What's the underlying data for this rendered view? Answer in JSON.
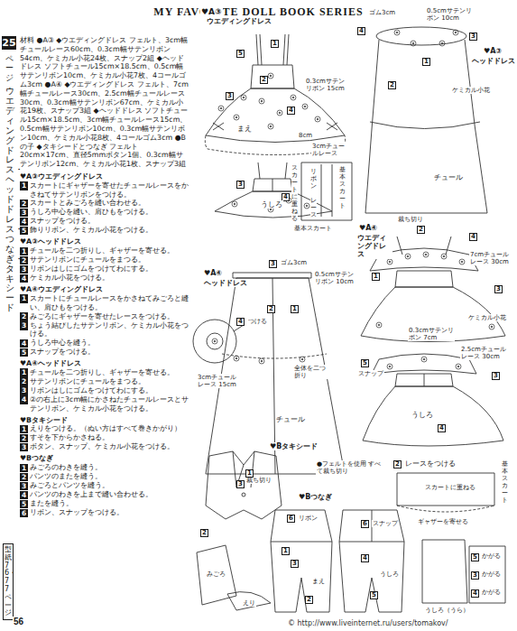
{
  "diagram": {
    "title": "MY FAVORITE DOLL BOOK SERIES",
    "nodes": [
      {
        "text": [
          "25"
        ]
      },
      {
        "text": [
          "型紙76・77ページ"
        ]
      }
    ],
    "labels": [
      "材料 ●A③ ◆ウエディングドレス フェルト、3cm幅チュールレース60cm、0.3cm幅サテンリボン54cm、ケミカル小花24枚、スナップ2組 ◆ヘッドドレス ソフトチュール15cm×18.5cm、0.5cm幅サテンリボン10cm、ケミカル小花7枚、4コールゴム3cm ●A④ ◆ウエディングドレス フェルト、7cm幅チュールレース30cm、2.5cm幅チュールレース30cm、0.3cm幅サテンリボン67cm、ケミカル小花19枚、スナップ3組 ◆ヘッドドレス ソフトチュール15cm×18.5cm、3cm幅チュールレース15cm、0.5cm幅サテンリボン10cm、0.3cm幅サテンリボン10cm、ケミカル小花8枚、4コールゴム3cm ●Bの子 ◆タキシードとつなぎ フェルト20cm×17cm、直径5mmボタン1個、0.3cm幅サテンリボン12cm、ケミカル小花1枚、スナップ3組",
      "♥A③ウエディングドレス",
      "1",
      "スカートにギャザーを寄せたチュールレースをかさねてサテンリボンをつける。",
      "2",
      "スカートとみごろを縫い合わせる。",
      "3",
      "うしろ中心を縫い、肩ひもをつける。",
      "4",
      "スナップをつける。",
      "5",
      "飾りリボン、ケミカル小花をつける。",
      "♥A③ヘッドドレス",
      "1",
      "チュールを二つ折りし、ギャザーを寄せる。",
      "2",
      "サテンリボンにチュールをまつる。",
      "3",
      "リボンはしにゴムをつけてわにする。",
      "4",
      "ケミカル小花をつける。",
      "♥A④ウエディングドレス",
      "1",
      "スカートにチュールレースをかさねてみごろと縫い、肩ひもをつける。",
      "2",
      "みごろにギャザーを寄せたレースをつける。",
      "3",
      "ちょう結びしたサテンリボン、ケミカル小花をつける。",
      "4",
      "うしろ中心を縫う。",
      "5",
      "スナップをつける。",
      "♥A④ヘッドドレス",
      "1",
      "チュールを二つ折りし、ギャザーを寄せる。",
      "2",
      "サテンリボンにチュールをまつる。",
      "3",
      "リボンはしにゴムをつけてわにする。",
      "4",
      "②の右上に3cm幅にかさねたチュールレースとサテンリボン、ケミカル小花をつける。",
      "♥Bタキシード",
      "1",
      "えりをつける。（ぬい方はすべて巻きかがり）",
      "2",
      "すそを下からかさねる。",
      "3",
      "ボタン、スナップ、ケミカル小花をつける。",
      "♥Bつなぎ",
      "1",
      "みごろのわきを縫う。",
      "2",
      "パンツのまたを縫う。",
      "3",
      "みごろとパンツを縫う。",
      "4",
      "パンツのわきを上まで縫い合わせる。",
      "5",
      "またを縫う。",
      "6",
      "リボン、スナップをつける。",
      "ページ",
      "ウエディングドレス・ヘッドドレス・つなぎ・タキシード",
      "♥A③",
      "ウエディングドレス",
      "5",
      "1",
      "2",
      "3",
      "4",
      "0.3cmサテンリボン 15cm",
      "まえ",
      "8cm",
      "3cmチュールレース",
      "3",
      "4",
      "うしろ",
      "スカートに重ねる",
      "リボン",
      "基本スカート",
      "レース",
      "基本スカート",
      "ゴム3cm",
      "0.5cmサテンリボン 10cm",
      "4",
      "3",
      "1",
      "2",
      "♥A③",
      "ヘッドドレス",
      "ケミカル小花",
      "チュール",
      "裁ち切り",
      "♥A④",
      "ウエディングドレス",
      "2",
      "4",
      "1",
      "3",
      "7cmチュールレース 30cm",
      "ケミカル小花",
      "0.3cmサテンリボン 7cm",
      "2.5cmチュールレース 30cm",
      "3",
      "5",
      "スナップ",
      "うしろ",
      "4",
      "♥A④",
      "ヘッドドレス",
      "3",
      "ゴム3cm",
      "0.5cmサテンリボン 10cm",
      "2",
      "1",
      "4",
      "つける",
      "全体を二つ折り",
      "3cmチュールレース 15cm",
      "チュール",
      "裁ち切り",
      "♥Bタキシード",
      "1",
      "3",
      "2",
      "●フェルトを使用 すべて裁ち切り",
      "みごろ",
      "えり",
      "♥Bつなぎ",
      "6",
      "リボン",
      "1",
      "3",
      "2",
      "まえ",
      "6",
      "スナップ",
      "4",
      "5",
      "うしろ",
      "2",
      "レースをつける",
      "基本スカート",
      "スカートに重ねる",
      "ギャザーを寄せる",
      "5",
      "かがる",
      "3",
      "かがる",
      "4",
      "かがる",
      "うしろ（うら）",
      "56",
      "© http://www.liveinternet.ru/users/tomakov/"
    ]
  }
}
